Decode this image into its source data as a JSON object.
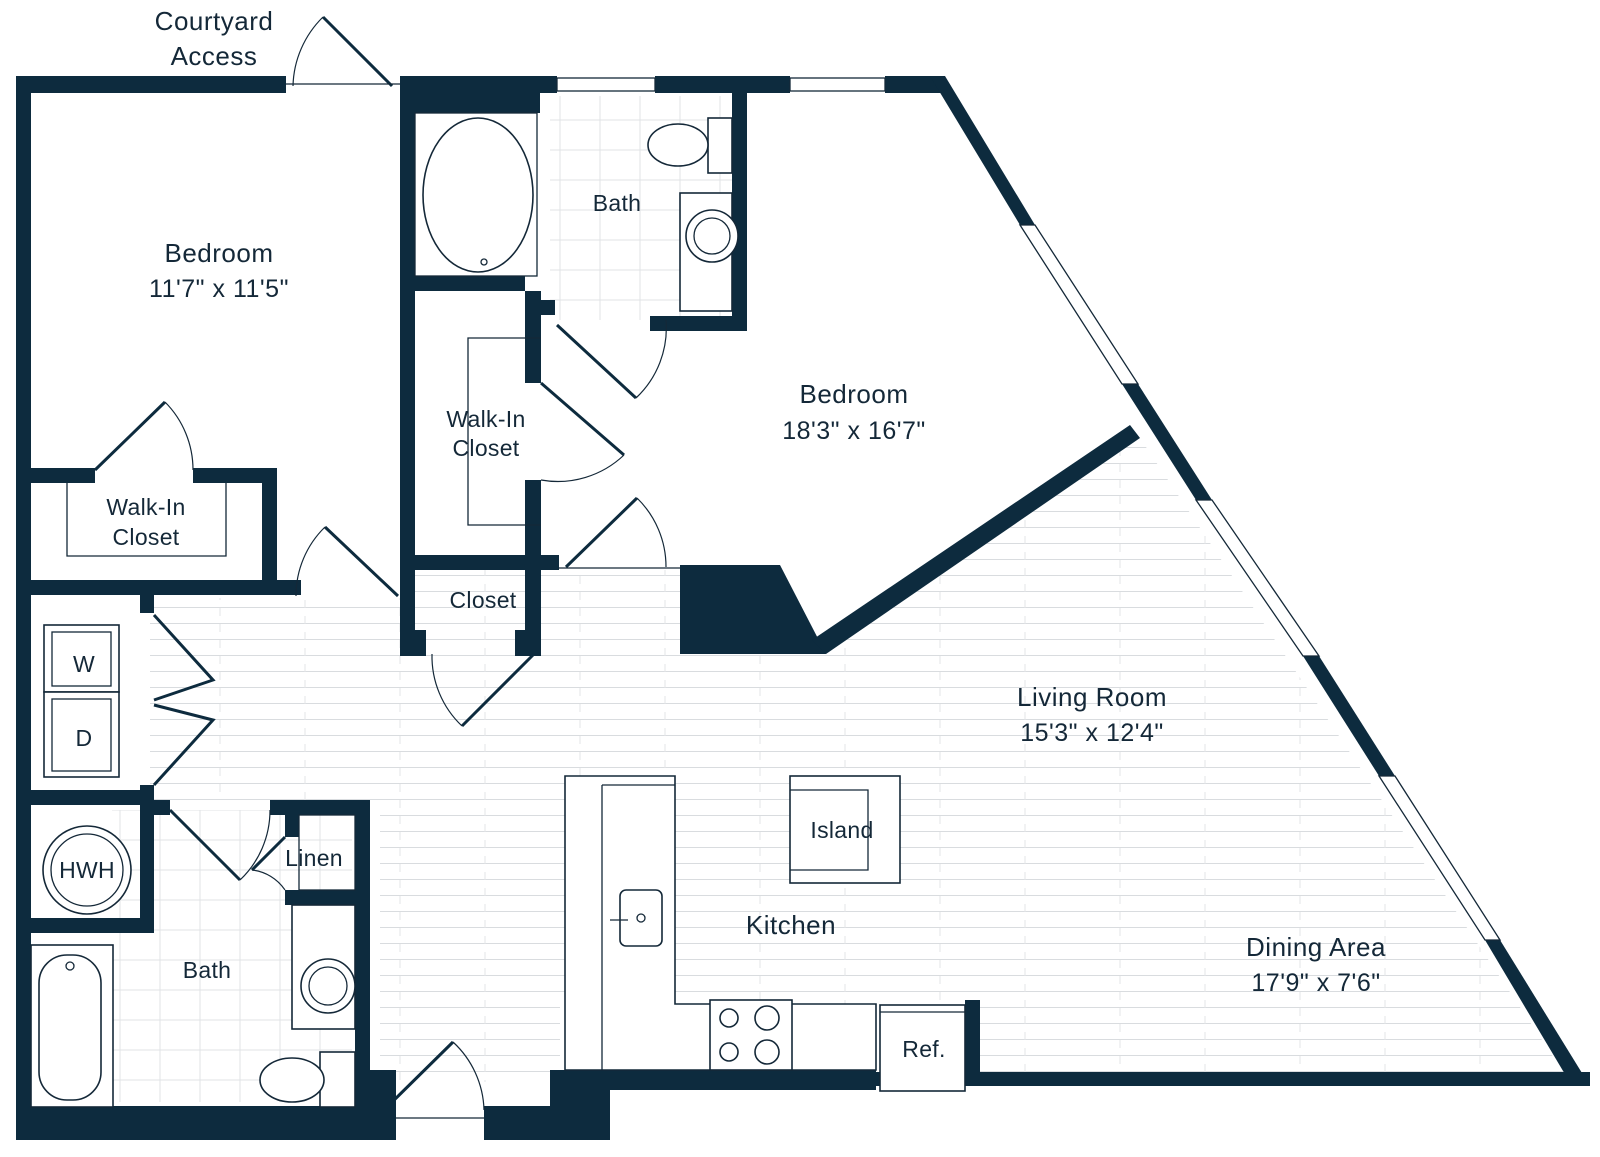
{
  "plan": {
    "labels": {
      "courtyard_line1": "Courtyard",
      "courtyard_line2": "Access",
      "bedroom1_name": "Bedroom",
      "bedroom1_dim": "11'7\" x 11'5\"",
      "bath1": "Bath",
      "bedroom2_name": "Bedroom",
      "bedroom2_dim": "18'3\" x 16'7\"",
      "walkin1_line1": "Walk-In",
      "walkin1_line2": "Closet",
      "walkin2_line1": "Walk-In",
      "walkin2_line2": "Closet",
      "closet": "Closet",
      "washer": "W",
      "dryer": "D",
      "living_name": "Living Room",
      "living_dim": "15'3\" x 12'4\"",
      "island": "Island",
      "hwh": "HWH",
      "linen": "Linen",
      "kitchen": "Kitchen",
      "bath2": "Bath",
      "dining_name": "Dining Area",
      "dining_dim": "17'9\" x 7'6\"",
      "ref": "Ref."
    },
    "colors": {
      "wall": "#0d2b3e",
      "text": "#142838",
      "floor_line": "#d6d9dc",
      "background": "#ffffff"
    }
  }
}
